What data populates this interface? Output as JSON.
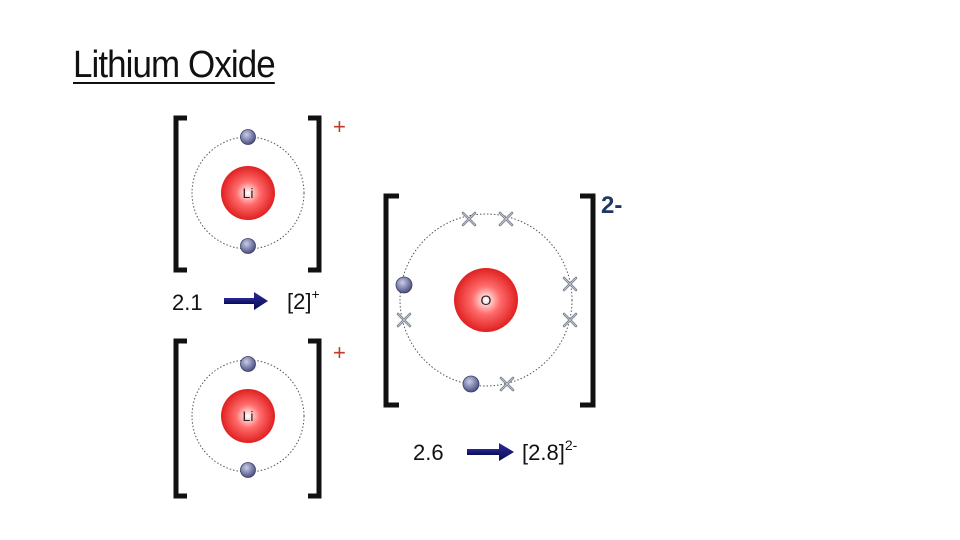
{
  "slide": {
    "title": "Lithium Oxide"
  },
  "lithium_ion_1": {
    "nucleus_label": "Li",
    "charge": "+",
    "config": "2.1",
    "ion_config_base": "[2]",
    "ion_config_charge": "+"
  },
  "lithium_ion_2": {
    "nucleus_label": "Li",
    "charge": "+"
  },
  "oxide_ion": {
    "nucleus_label": "O",
    "charge": "2-",
    "config": "2.6",
    "ion_config_base": "[2.8]",
    "ion_config_charge": "2-"
  },
  "colors": {
    "bracket": "#111111",
    "li_charge": "#c0392b",
    "o_charge": "#1f3864",
    "arrow": "#0d0d6b",
    "nucleus_core": "#e02020",
    "electron": "#6d72a3",
    "cross_electron": "#7a8190",
    "orbit": "#555555"
  },
  "icons": {
    "arrow": "right-arrow-icon",
    "electron": "electron-dot-icon",
    "cross": "cross-electron-icon"
  }
}
